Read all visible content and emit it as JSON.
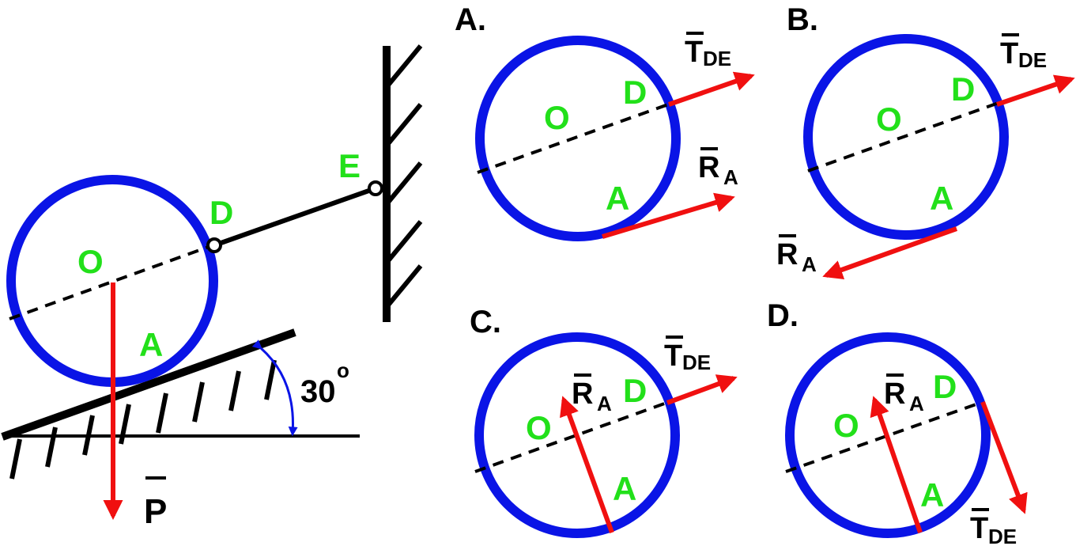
{
  "colors": {
    "circle": "#0a14e6",
    "force": "#f01010",
    "point_label": "#22e01a",
    "angle_arc": "#0a14e6",
    "ink": "#000000"
  },
  "main": {
    "labels": {
      "O": "O",
      "A": "A",
      "D": "D",
      "E": "E"
    },
    "angle": {
      "value": "30",
      "unit": "o"
    },
    "force_P": {
      "symbol": "P"
    }
  },
  "options": [
    {
      "letter": "A.",
      "T_symbol": "T",
      "T_sub": "DE",
      "R_symbol": "R",
      "R_sub": "A",
      "O": "O",
      "D": "D",
      "A": "A"
    },
    {
      "letter": "B.",
      "T_symbol": "T",
      "T_sub": "DE",
      "R_symbol": "R",
      "R_sub": "A",
      "O": "O",
      "D": "D",
      "A": "A"
    },
    {
      "letter": "C.",
      "T_symbol": "T",
      "T_sub": "DE",
      "R_symbol": "R",
      "R_sub": "A",
      "O": "O",
      "D": "D",
      "A": "A"
    },
    {
      "letter": "D.",
      "T_symbol": "T",
      "T_sub": "DE",
      "R_symbol": "R",
      "R_sub": "A",
      "O": "O",
      "D": "D",
      "A": "A"
    }
  ]
}
